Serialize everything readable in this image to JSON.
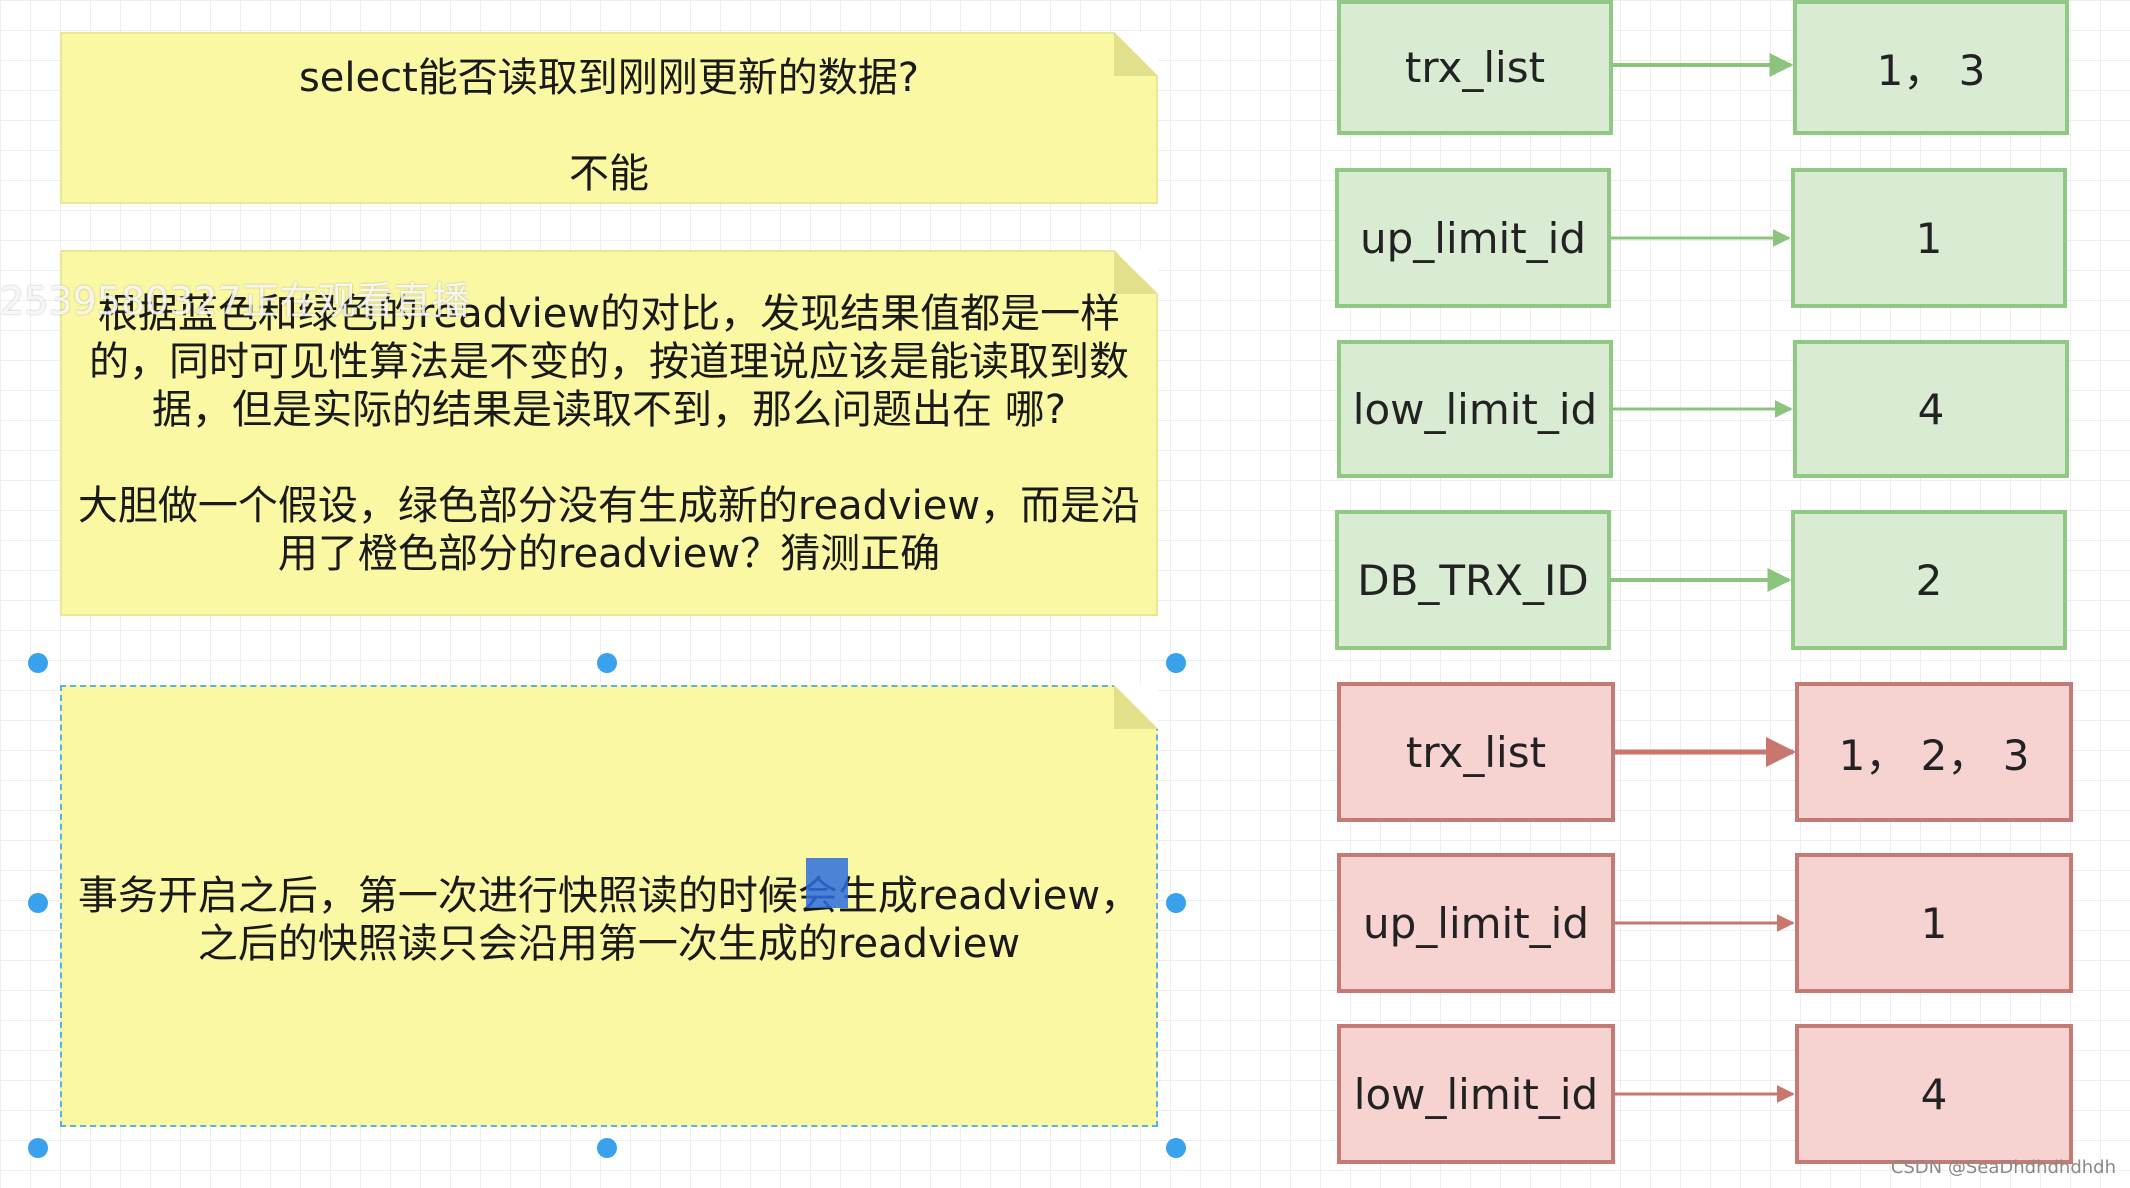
{
  "notes": {
    "note1": "select能否读取到刚刚更新的数据?\n\n不能",
    "note2": "根据蓝色和绿色的readview的对比，发现结果值都是一样的，同时可见性算法是不变的，按道理说应该是能读取到数据，但是实际的结果是读取不到，那么问题出在 哪?\n\n大胆做一个假设，绿色部分没有生成新的readview，而是沿用了橙色部分的readview？猜测正确",
    "note3": "事务开启之后，第一次进行快照读的时候会生成readview，之后的快照读只会沿用第一次生成的readview"
  },
  "watermark": "2539580327正在观看直播",
  "green_rows": [
    {
      "label": "trx_list",
      "value": "1， 3"
    },
    {
      "label": "up_limit_id",
      "value": "1"
    },
    {
      "label": "low_limit_id",
      "value": "4"
    },
    {
      "label": "DB_TRX_ID",
      "value": "2"
    }
  ],
  "red_rows": [
    {
      "label": "trx_list",
      "value": "1， 2， 3"
    },
    {
      "label": "up_limit_id",
      "value": "1"
    },
    {
      "label": "low_limit_id",
      "value": "4"
    }
  ],
  "colors": {
    "green_arrow": "#8cc47e",
    "red_arrow": "#c9766f"
  },
  "caption": "CSDN @SeaDhdhdhdhdh"
}
